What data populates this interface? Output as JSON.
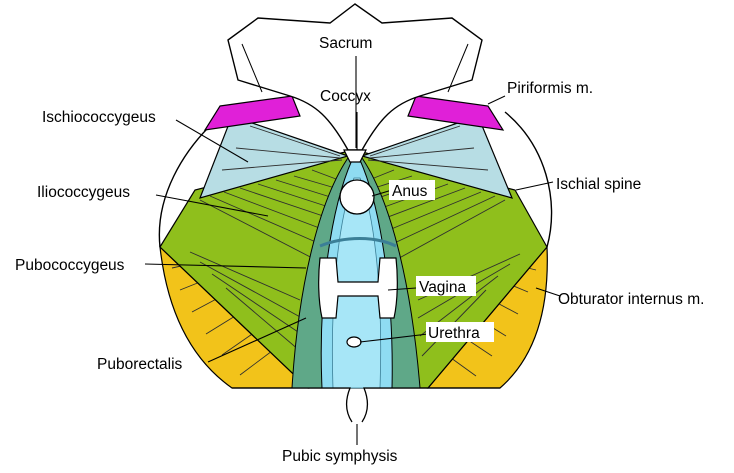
{
  "labels": {
    "sacrum": "Sacrum",
    "coccyx": "Coccyx",
    "piriformis": "Piriformis m.",
    "ischiococcygeus": "Ischiococcygeus",
    "iliococcygeus": "Iliococcygeus",
    "ischial_spine": "Ischial spine",
    "anus": "Anus",
    "pubococcygeus": "Pubococcygeus",
    "vagina": "Vagina",
    "obturator_internus": "Obturator internus m.",
    "urethra": "Urethra",
    "puborectalis": "Puborectalis",
    "pubic_symphysis": "Pubic symphysis"
  },
  "colors": {
    "piriformis": "#e020d8",
    "ischiococcygeus": "#b7dde4",
    "levator_ani": "#8fbf1c",
    "obturator_internus": "#f2c31a",
    "pubococcygeus_band": "#5fa888",
    "hiatus": "#8fdcf2",
    "outline": "#000000"
  }
}
